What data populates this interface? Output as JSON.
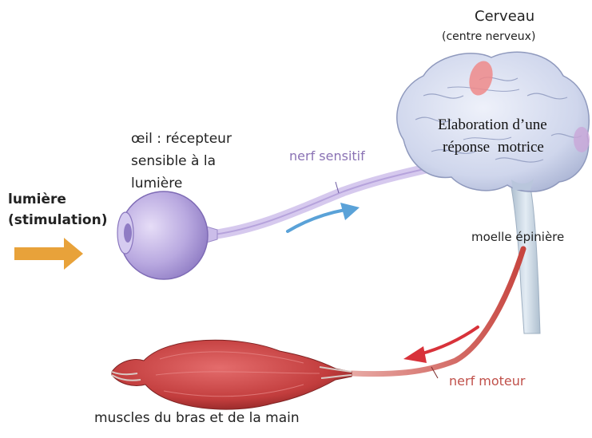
{
  "labels": {
    "brain_title": "Cerveau",
    "brain_subtitle": "(centre nerveux)",
    "brain_text_line1": "Elaboration d’une",
    "brain_text_line2": "réponse motrice",
    "eye_line1": "œil : récepteur",
    "eye_line2": "sensible à la",
    "eye_line3": "lumière",
    "stimulus_line1": "lumière",
    "stimulus_line2": "(stimulation)",
    "sensory_nerve": "nerf sensitif",
    "spinal_cord": "moelle épinière",
    "motor_nerve": "nerf moteur",
    "muscles": "muscles du bras et de la main"
  },
  "colors": {
    "sensory_nerve_text": "#8a72b4",
    "motor_nerve_text": "#c0504a",
    "stimulus_arrow": "#e8a23a",
    "sensory_flow_arrow": "#5aa2d8",
    "motor_flow_arrow": "#d8323a",
    "eye": "#b9a9e0",
    "brain": "#cfd6ec",
    "brain_motor_area": "#ee8a8a",
    "spinal_cord": "#c8d6e2",
    "muscle": "#c23d3d"
  },
  "icons": [
    "brain-illustration",
    "eye-illustration",
    "muscle-illustration",
    "spinal-cord-illustration"
  ]
}
